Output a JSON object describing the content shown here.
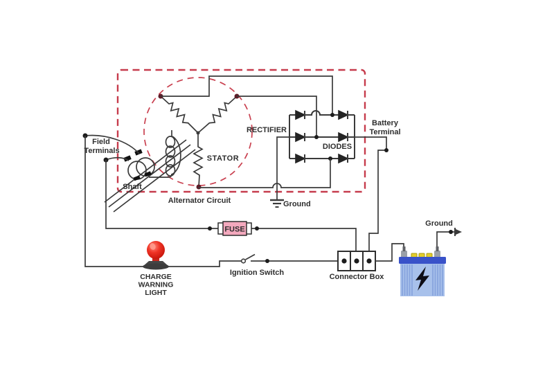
{
  "diagram": {
    "title": "Alternator Circuit",
    "labels": {
      "field_terminals": [
        "Field",
        "Terminals"
      ],
      "shaft": "Shaft",
      "stator": "STATOR",
      "rectifier": "RECTIFIER",
      "diodes": "DIODES",
      "battery_terminal": [
        "Battery",
        "Terminal"
      ],
      "ground_alternator": "Ground",
      "ground_battery": "Ground",
      "alternator_circuit": "Alternator Circuit",
      "fuse": "FUSE",
      "charge_warning_light": [
        "CHARGE",
        "WARNING",
        "LIGHT"
      ],
      "ignition_switch": "Ignition Switch",
      "connector_box": "Connector Box"
    },
    "colors": {
      "wire": "#3a3a3a",
      "dashed_outline_red": "#c63b4c",
      "stator_dot_maroon": "#5e1c28",
      "fuse_fill": "#f3a8bd",
      "fuse_text": "#c12e4e",
      "warning_light_red": "#e8231a",
      "warning_light_base": "#3d3d3d",
      "battery_body": "#a8c1eb",
      "battery_band": "#3952c9",
      "battery_stripe": "#88a4de",
      "terminal_cap_yellow": "#e3cd2a",
      "post_gray": "#9aa0a8",
      "background": "#ffffff"
    }
  }
}
